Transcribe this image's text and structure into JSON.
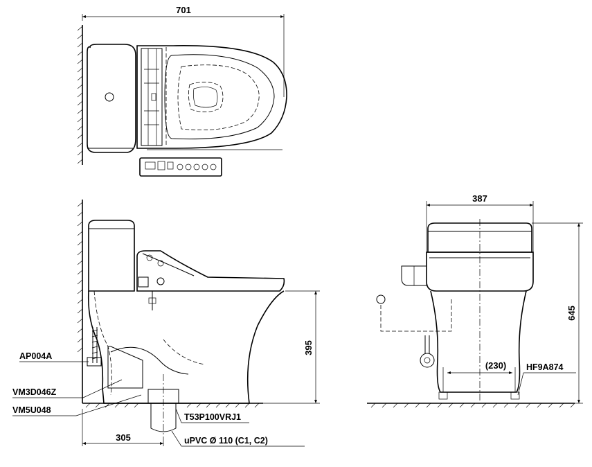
{
  "dimensions": {
    "top_width": "701",
    "front_width": "387",
    "front_height": "645",
    "seat_height": "395",
    "rough_in": "305",
    "bolt_spacing": "(230)"
  },
  "part_labels": {
    "p1": "AP004A",
    "p2": "VM3D046Z",
    "p3": "VM5U048",
    "p4": "T53P100VRJ1",
    "p5": "uPVC Ø 110 (C1, C2)",
    "p6": "HF9A874"
  }
}
